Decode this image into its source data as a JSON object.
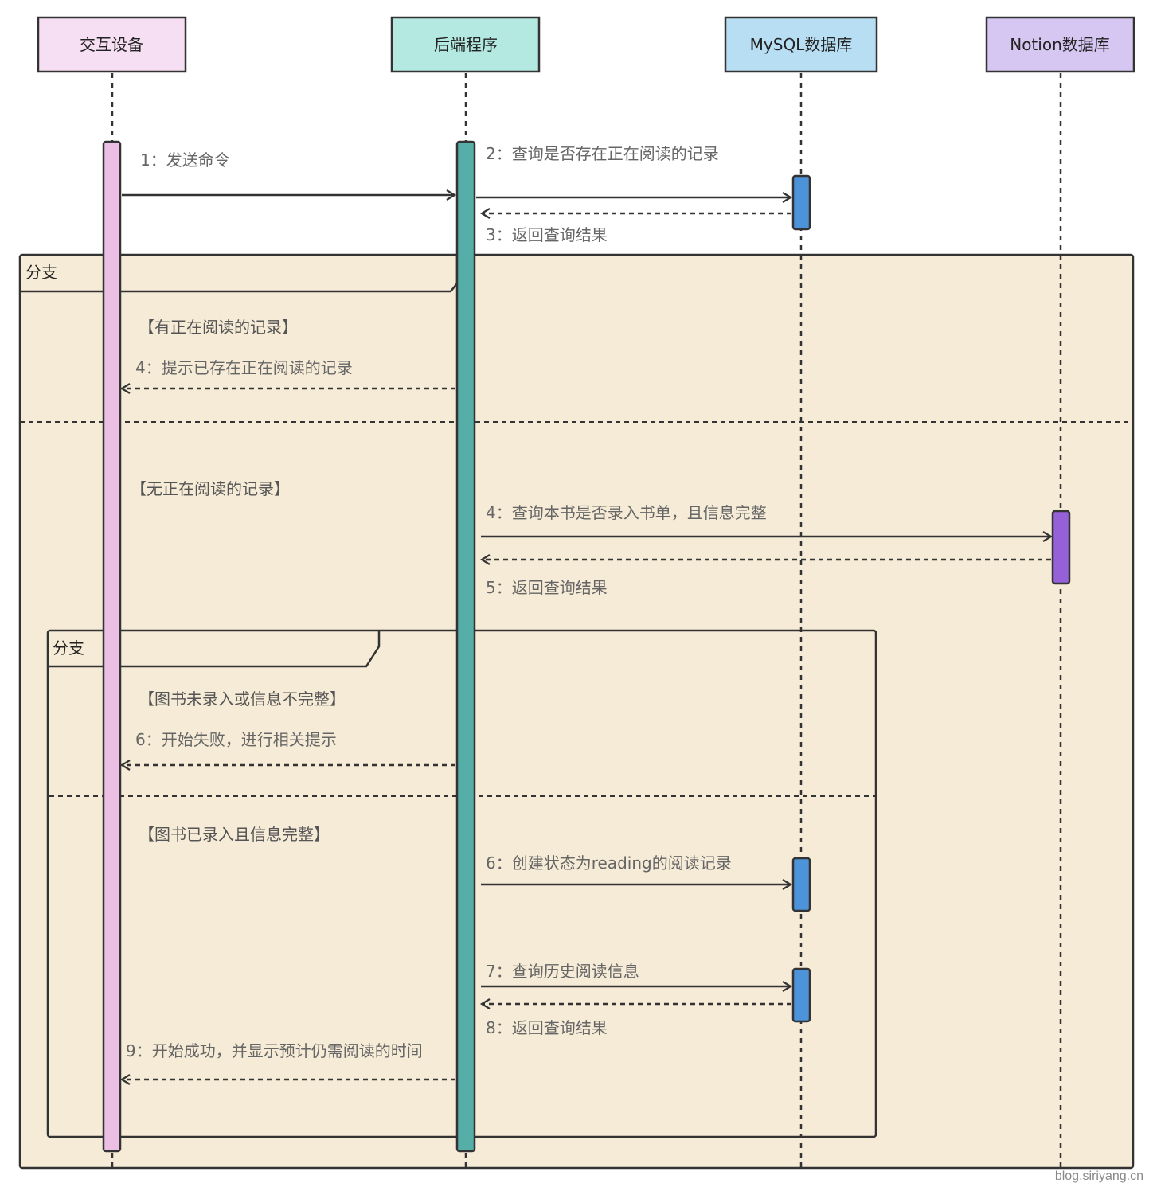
{
  "participants": [
    {
      "label": "交互设备",
      "color": "#f7dff3"
    },
    {
      "label": "后端程序",
      "color": "#b3e9e0"
    },
    {
      "label": "MySQL数据库",
      "color": "#b8def3"
    },
    {
      "label": "Notion数据库",
      "color": "#d6c6f2"
    }
  ],
  "activation_colors": {
    "device": "#ebbfe3",
    "backend": "#56aea9",
    "mysql": "#4d93d9",
    "notion": "#9660d9"
  },
  "frame_color": "#f6ebd6",
  "frames": {
    "outer_label": "分支",
    "inner_label": "分支"
  },
  "conditions": {
    "c1": "【有正在阅读的记录】",
    "c2": "【无正在阅读的记录】",
    "c3": "【图书未录入或信息不完整】",
    "c4": "【图书已录入且信息完整】"
  },
  "messages": [
    {
      "id": "m1",
      "label": "1：发送命令"
    },
    {
      "id": "m2",
      "label": "2：查询是否存在正在阅读的记录"
    },
    {
      "id": "m3",
      "label": "3：返回查询结果"
    },
    {
      "id": "m4a",
      "label": "4：提示已存在正在阅读的记录"
    },
    {
      "id": "m4b",
      "label": "4：查询本书是否录入书单，且信息完整"
    },
    {
      "id": "m5",
      "label": "5：返回查询结果"
    },
    {
      "id": "m6a",
      "label": "6：开始失败，进行相关提示"
    },
    {
      "id": "m6b",
      "label": "6：创建状态为reading的阅读记录"
    },
    {
      "id": "m7",
      "label": "7：查询历史阅读信息"
    },
    {
      "id": "m8",
      "label": "8：返回查询结果"
    },
    {
      "id": "m9",
      "label": "9：开始成功，并显示预计仍需阅读的时间"
    }
  ],
  "watermark": "blog.siriyang.cn"
}
